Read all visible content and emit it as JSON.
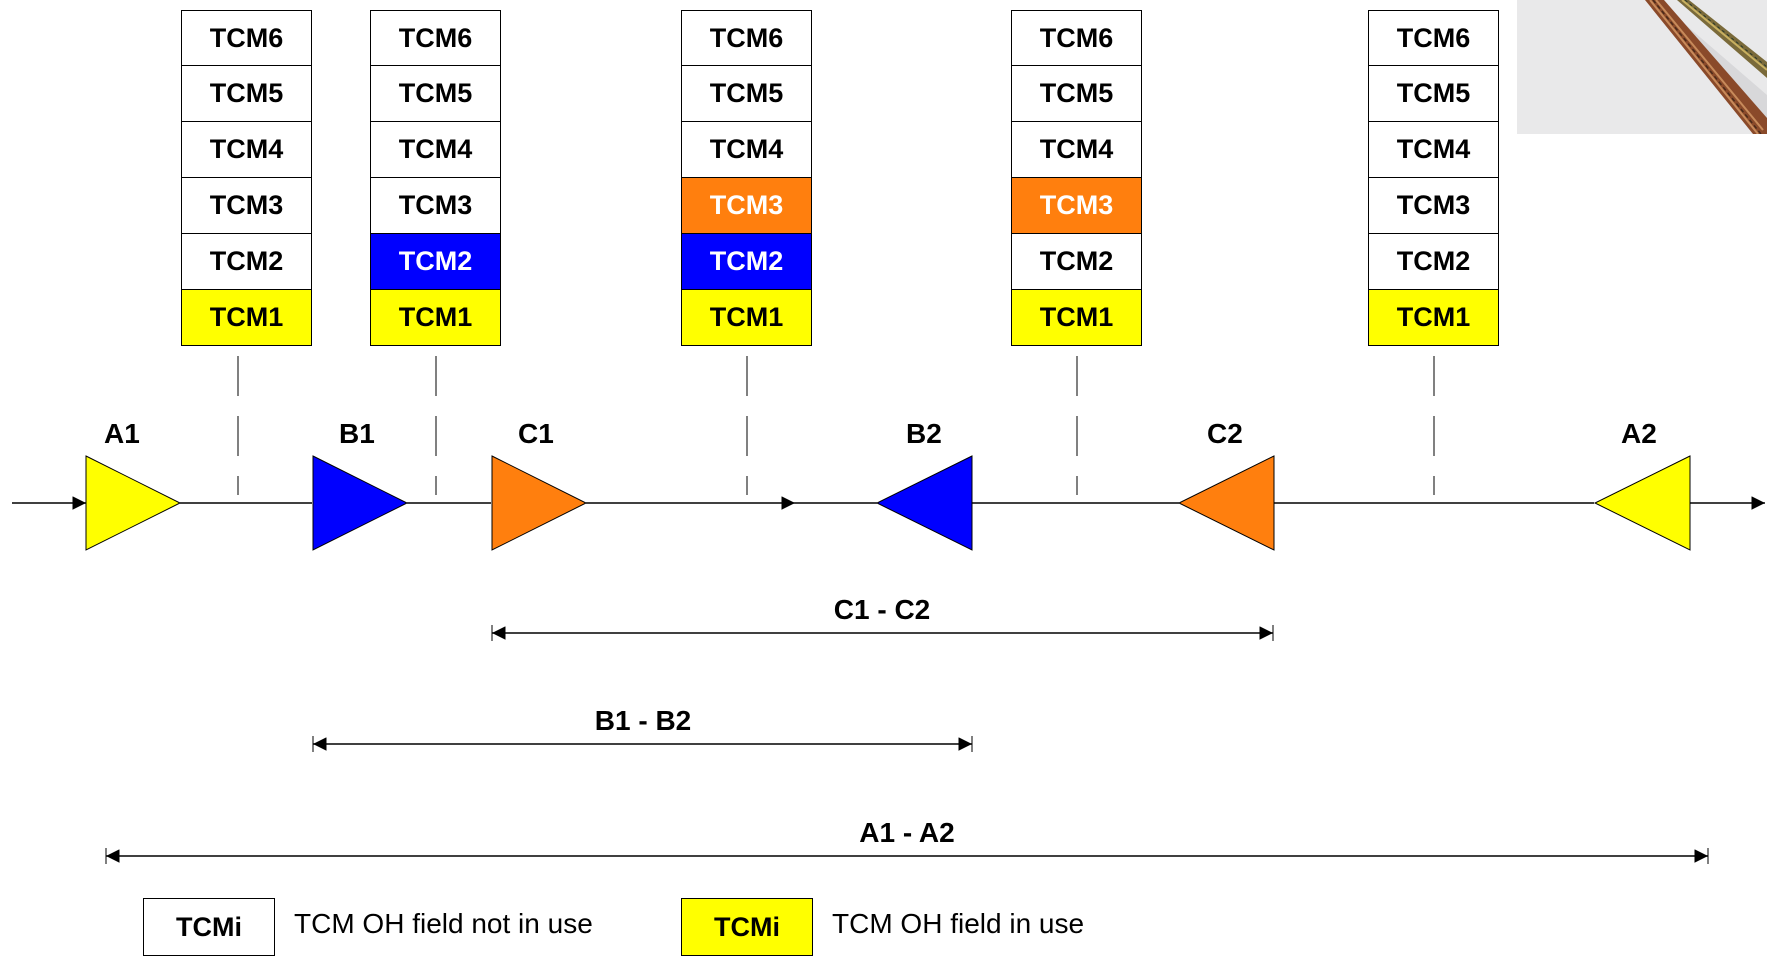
{
  "stacks": [
    {
      "id": "A1",
      "cells": [
        {
          "label": "TCM6",
          "state": "white"
        },
        {
          "label": "TCM5",
          "state": "white"
        },
        {
          "label": "TCM4",
          "state": "white"
        },
        {
          "label": "TCM3",
          "state": "white"
        },
        {
          "label": "TCM2",
          "state": "white"
        },
        {
          "label": "TCM1",
          "state": "yellow"
        }
      ]
    },
    {
      "id": "B1",
      "cells": [
        {
          "label": "TCM6",
          "state": "white"
        },
        {
          "label": "TCM5",
          "state": "white"
        },
        {
          "label": "TCM4",
          "state": "white"
        },
        {
          "label": "TCM3",
          "state": "white"
        },
        {
          "label": "TCM2",
          "state": "blue"
        },
        {
          "label": "TCM1",
          "state": "yellow"
        }
      ]
    },
    {
      "id": "C1",
      "cells": [
        {
          "label": "TCM6",
          "state": "white"
        },
        {
          "label": "TCM5",
          "state": "white"
        },
        {
          "label": "TCM4",
          "state": "white"
        },
        {
          "label": "TCM3",
          "state": "orange"
        },
        {
          "label": "TCM2",
          "state": "blue"
        },
        {
          "label": "TCM1",
          "state": "yellow"
        }
      ]
    },
    {
      "id": "C2",
      "cells": [
        {
          "label": "TCM6",
          "state": "white"
        },
        {
          "label": "TCM5",
          "state": "white"
        },
        {
          "label": "TCM4",
          "state": "white"
        },
        {
          "label": "TCM3",
          "state": "orange"
        },
        {
          "label": "TCM2",
          "state": "white"
        },
        {
          "label": "TCM1",
          "state": "yellow"
        }
      ]
    },
    {
      "id": "A2",
      "cells": [
        {
          "label": "TCM6",
          "state": "white"
        },
        {
          "label": "TCM5",
          "state": "white"
        },
        {
          "label": "TCM4",
          "state": "white"
        },
        {
          "label": "TCM3",
          "state": "white"
        },
        {
          "label": "TCM2",
          "state": "white"
        },
        {
          "label": "TCM1",
          "state": "yellow"
        }
      ]
    }
  ],
  "nodes": [
    {
      "label": "A1",
      "color": "#ffff00",
      "direction": "right"
    },
    {
      "label": "B1",
      "color": "#0000ff",
      "direction": "right"
    },
    {
      "label": "C1",
      "color": "#ff7f0e",
      "direction": "right"
    },
    {
      "label": "B2",
      "color": "#0000ff",
      "direction": "left"
    },
    {
      "label": "C2",
      "color": "#ff7f0e",
      "direction": "left"
    },
    {
      "label": "A2",
      "color": "#ffff00",
      "direction": "left"
    }
  ],
  "spans": [
    {
      "label": "C1 - C2"
    },
    {
      "label": "B1 - B2"
    },
    {
      "label": "A1 - A2"
    }
  ],
  "legend": {
    "unused_box": "TCMi",
    "unused_text": "TCM OH field not in use",
    "used_box": "TCMi",
    "used_text": "TCM OH field in use"
  },
  "colors": {
    "yellow": "#ffff00",
    "blue": "#0000ff",
    "orange": "#ff7f0e",
    "white": "#ffffff"
  },
  "photo_icon": "fiber-optic-cable-photo"
}
